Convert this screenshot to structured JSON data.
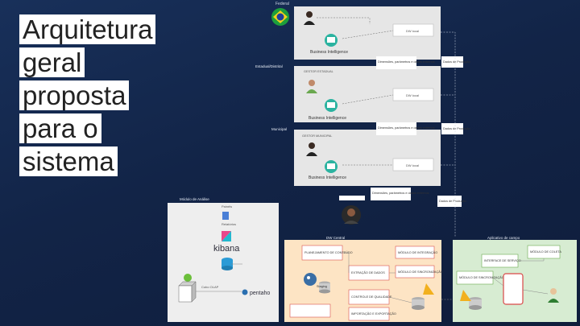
{
  "slide": {
    "title_lines": [
      "Arquitetura",
      "geral",
      "proposta",
      "para o",
      "sistema"
    ]
  },
  "diagram": {
    "top_label": "Federal",
    "level_labels": [
      "Estadual/Distrital",
      "Municipal"
    ],
    "managers": [
      "GESTOR ESTADUAL",
      "GESTOR MUNICIPAL"
    ],
    "bi_label": "Business Intelligence",
    "dw_label": "DW local",
    "distribution_labels": [
      "Dimensões, parâmetros e dados externos",
      "Dimensões, parâmetros e dados externos",
      "Dimensões, parâmetros e dados externos"
    ],
    "production_labels": [
      "Dados de Produção",
      "Dados de Produção",
      "Dados de Produção"
    ],
    "analysis_module": "Módulo de Análise",
    "analysis_tools": [
      "Painéis",
      "Relatórios"
    ],
    "kibana": "kibana",
    "pentaho": "pentaho",
    "cube_label": "Cubo OLAP",
    "orange_header": "DW Central",
    "orange_boxes": [
      "PLANEJAMENTO DE CONTEÚDO",
      "EXTRAÇÃO DE DADOS",
      "CONTROLE DE QUALIDADE",
      "IMPORTAÇÃO E EXPORTAÇÃO",
      "MÓDULO DE INTEGRAÇÃO",
      "MÓDULO DE SINCRONIZAÇÃO"
    ],
    "staging_label": "Staging",
    "green_header": "Aplicativo de campo",
    "green_boxes": [
      "MÓDULO DE COLETA",
      "INTERFACE DE SERVIÇO",
      "MÓDULO DE SINCRONIZAÇÃO"
    ],
    "colors": {
      "gray_panel": "#e6e6e6",
      "orange_panel": "#fde4c4",
      "green_panel": "#d7ecd2",
      "orange_box_border": "#d9534f",
      "green_box": "#ffffff"
    }
  }
}
